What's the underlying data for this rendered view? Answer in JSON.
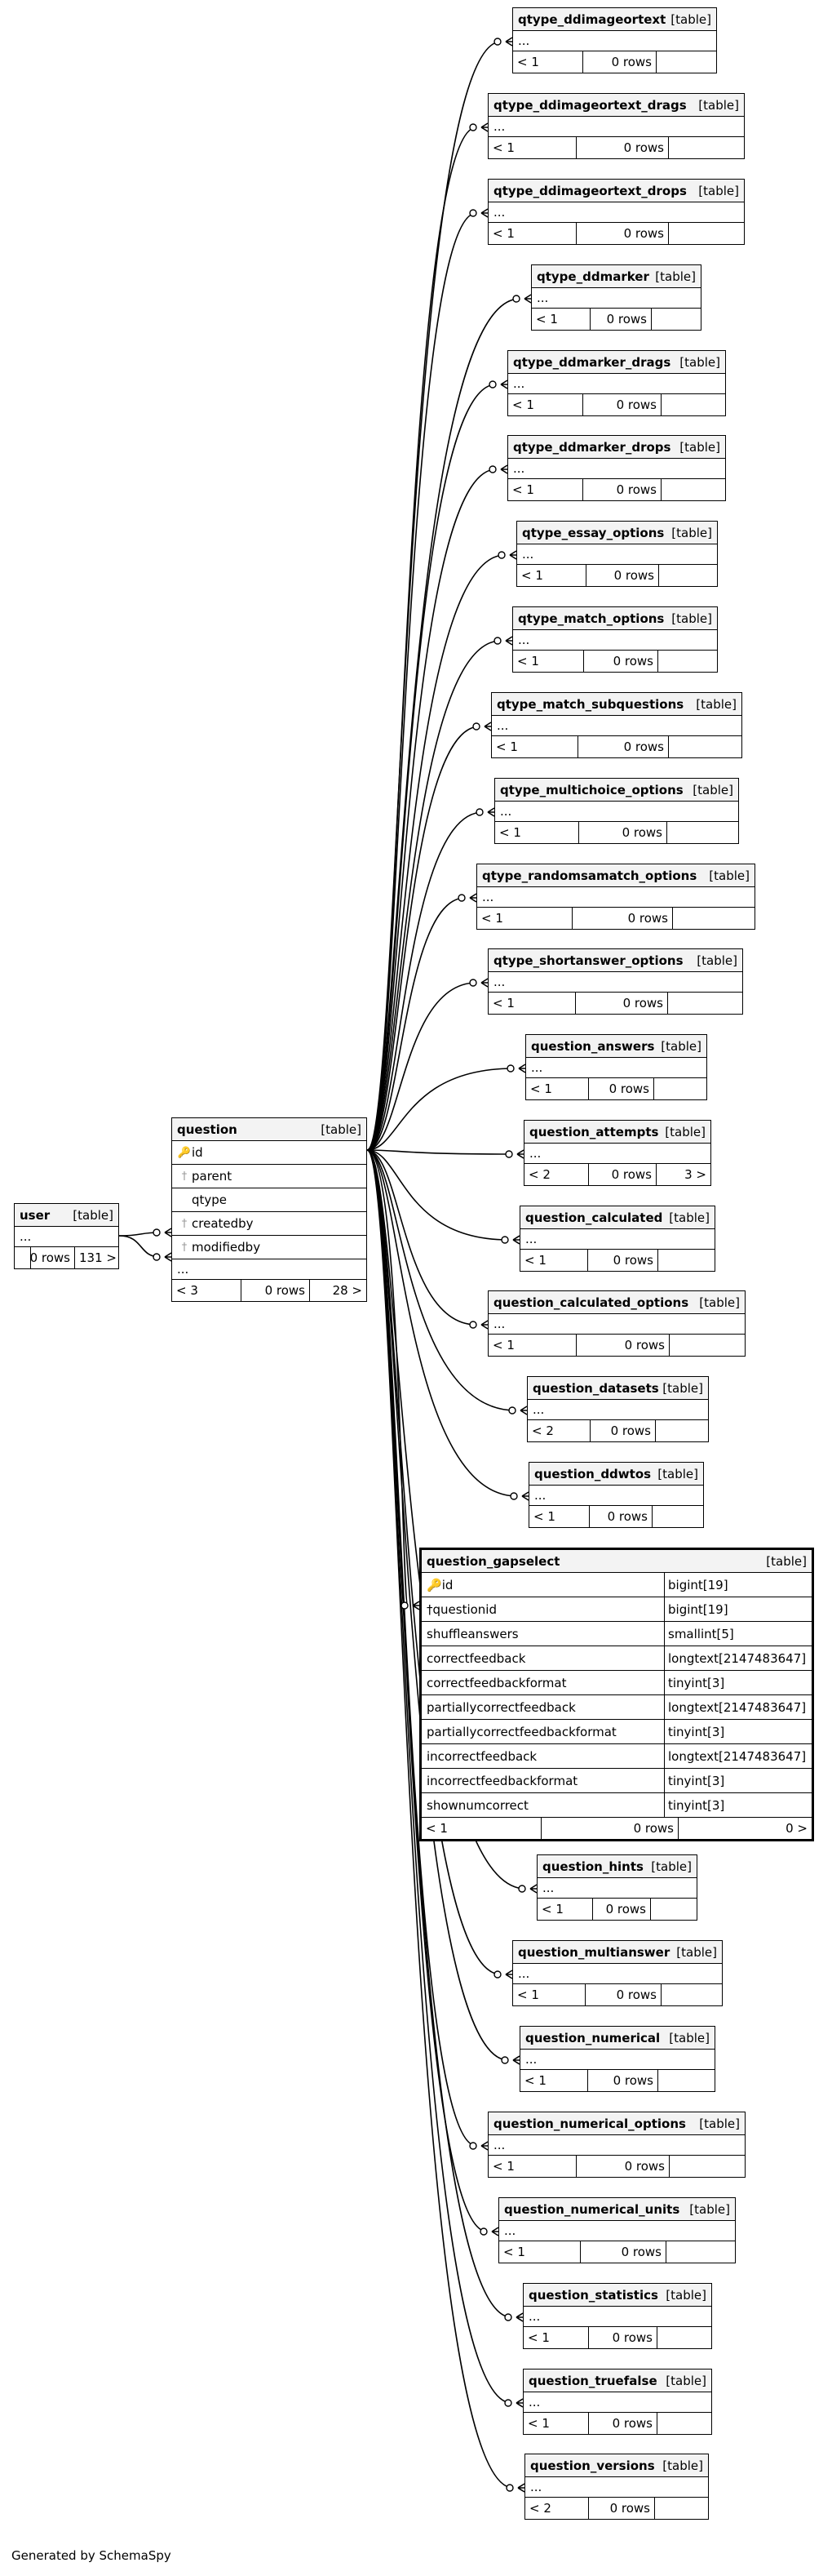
{
  "footer_text": "Generated by SchemaSpy",
  "kind_label": "[table]",
  "ellipsis": "...",
  "user": {
    "name": "user",
    "count": "",
    "rows": "0 rows",
    "children": "131 >"
  },
  "question": {
    "name": "question",
    "columns": [
      {
        "name": "id",
        "icon": "key-icon"
      },
      {
        "name": "parent",
        "icon": "foreign-key-icon"
      },
      {
        "name": "qtype",
        "icon": ""
      },
      {
        "name": "createdby",
        "icon": "foreign-key-icon"
      },
      {
        "name": "modifiedby",
        "icon": "foreign-key-icon"
      }
    ],
    "parents": "< 3",
    "rows": "0 rows",
    "children": "28 >"
  },
  "gapselect": {
    "name": "question_gapselect",
    "columns": [
      {
        "name": "id",
        "type": "bigint[19]",
        "icon": "key-icon"
      },
      {
        "name": "questionid",
        "type": "bigint[19]",
        "icon": "foreign-key-icon"
      },
      {
        "name": "shuffleanswers",
        "type": "smallint[5]",
        "icon": ""
      },
      {
        "name": "correctfeedback",
        "type": "longtext[2147483647]",
        "icon": ""
      },
      {
        "name": "correctfeedbackformat",
        "type": "tinyint[3]",
        "icon": ""
      },
      {
        "name": "partiallycorrectfeedback",
        "type": "longtext[2147483647]",
        "icon": ""
      },
      {
        "name": "partiallycorrectfeedbackformat",
        "type": "tinyint[3]",
        "icon": ""
      },
      {
        "name": "incorrectfeedback",
        "type": "longtext[2147483647]",
        "icon": ""
      },
      {
        "name": "incorrectfeedbackformat",
        "type": "tinyint[3]",
        "icon": ""
      },
      {
        "name": "shownumcorrect",
        "type": "tinyint[3]",
        "icon": ""
      }
    ],
    "parents": "< 1",
    "rows": "0 rows",
    "children": "0 >"
  },
  "tables": [
    {
      "name": "qtype_ddimageortext",
      "parents": "< 1",
      "rows": "0 rows",
      "children": ""
    },
    {
      "name": "qtype_ddimageortext_drags",
      "parents": "< 1",
      "rows": "0 rows",
      "children": ""
    },
    {
      "name": "qtype_ddimageortext_drops",
      "parents": "< 1",
      "rows": "0 rows",
      "children": ""
    },
    {
      "name": "qtype_ddmarker",
      "parents": "< 1",
      "rows": "0 rows",
      "children": ""
    },
    {
      "name": "qtype_ddmarker_drags",
      "parents": "< 1",
      "rows": "0 rows",
      "children": ""
    },
    {
      "name": "qtype_ddmarker_drops",
      "parents": "< 1",
      "rows": "0 rows",
      "children": ""
    },
    {
      "name": "qtype_essay_options",
      "parents": "< 1",
      "rows": "0 rows",
      "children": ""
    },
    {
      "name": "qtype_match_options",
      "parents": "< 1",
      "rows": "0 rows",
      "children": ""
    },
    {
      "name": "qtype_match_subquestions",
      "parents": "< 1",
      "rows": "0 rows",
      "children": ""
    },
    {
      "name": "qtype_multichoice_options",
      "parents": "< 1",
      "rows": "0 rows",
      "children": ""
    },
    {
      "name": "qtype_randomsamatch_options",
      "parents": "< 1",
      "rows": "0 rows",
      "children": ""
    },
    {
      "name": "qtype_shortanswer_options",
      "parents": "< 1",
      "rows": "0 rows",
      "children": ""
    },
    {
      "name": "question_answers",
      "parents": "< 1",
      "rows": "0 rows",
      "children": ""
    },
    {
      "name": "question_attempts",
      "parents": "< 2",
      "rows": "0 rows",
      "children": "3 >"
    },
    {
      "name": "question_calculated",
      "parents": "< 1",
      "rows": "0 rows",
      "children": ""
    },
    {
      "name": "question_calculated_options",
      "parents": "< 1",
      "rows": "0 rows",
      "children": ""
    },
    {
      "name": "question_datasets",
      "parents": "< 2",
      "rows": "0 rows",
      "children": ""
    },
    {
      "name": "question_ddwtos",
      "parents": "< 1",
      "rows": "0 rows",
      "children": ""
    },
    {
      "name": "question_hints",
      "parents": "< 1",
      "rows": "0 rows",
      "children": ""
    },
    {
      "name": "question_multianswer",
      "parents": "< 1",
      "rows": "0 rows",
      "children": ""
    },
    {
      "name": "question_numerical",
      "parents": "< 1",
      "rows": "0 rows",
      "children": ""
    },
    {
      "name": "question_numerical_options",
      "parents": "< 1",
      "rows": "0 rows",
      "children": ""
    },
    {
      "name": "question_numerical_units",
      "parents": "< 1",
      "rows": "0 rows",
      "children": ""
    },
    {
      "name": "question_statistics",
      "parents": "< 1",
      "rows": "0 rows",
      "children": ""
    },
    {
      "name": "question_truefalse",
      "parents": "< 1",
      "rows": "0 rows",
      "children": ""
    },
    {
      "name": "question_versions",
      "parents": "< 2",
      "rows": "0 rows",
      "children": ""
    }
  ]
}
